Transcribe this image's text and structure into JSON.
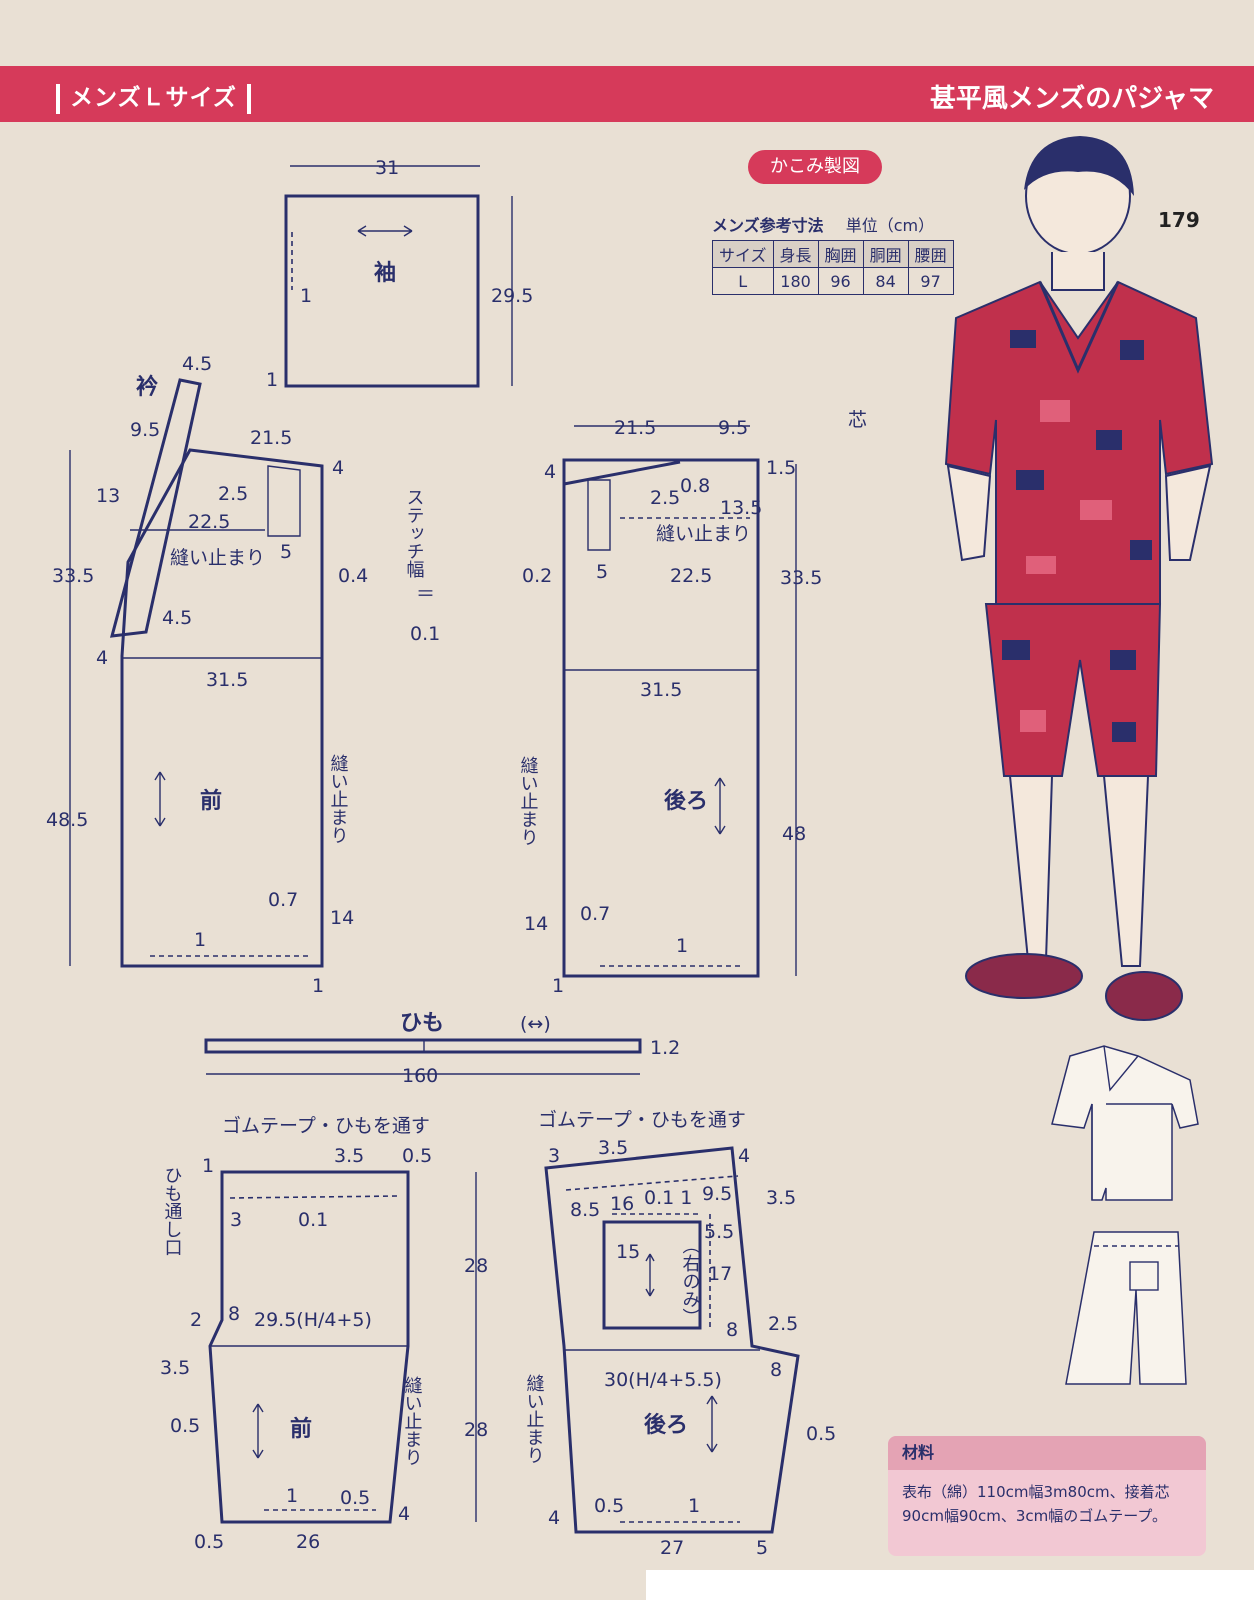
{
  "header": {
    "left": "メンズＬサイズ",
    "right": "甚平風メンズのパジャマ"
  },
  "badge": "かこみ製図",
  "page_number": "179",
  "size_table": {
    "title": "メンズ参考寸法",
    "unit": "単位（cm）",
    "headers": [
      "サイズ",
      "身長",
      "胸囲",
      "胴囲",
      "腰囲"
    ],
    "row": [
      "L",
      "180",
      "96",
      "84",
      "97"
    ]
  },
  "materials": {
    "heading": "材料",
    "body": "表布（綿）110cm幅3m80cm、接着芯90cm幅90cm、3cm幅のゴムテープ。"
  },
  "sleeve": {
    "label": "袖",
    "width": "31",
    "height": "29.5",
    "m1": "1",
    "m2": "1"
  },
  "front_body": {
    "label": "前",
    "collar": "衿",
    "shoulder": "21.5",
    "m4": "4",
    "m45a": "4.5",
    "m95": "9.5",
    "m13": "13",
    "m25": "2.5",
    "m225": "22.5",
    "stop": "縫い止まり",
    "m5": "5",
    "m04": "0.4",
    "m335": "33.5",
    "m45b": "4.5",
    "m4b": "4",
    "chest": "31.5",
    "m485": "48.5",
    "stop2": "縫い止まり",
    "m07": "0.7",
    "m14": "14",
    "m1": "1",
    "m1b": "1"
  },
  "stitch_note": {
    "a": "ステッチ幅",
    "b": "＝",
    "c": "0.1"
  },
  "back_body": {
    "label": "後ろ",
    "m215": "21.5",
    "m95": "9.5",
    "core": "芯",
    "m4": "4",
    "m15": "1.5",
    "m25": "2.5",
    "m08": "0.8",
    "m135": "13.5",
    "stop": "縫い止まり",
    "m02": "0.2",
    "m5": "5",
    "m225": "22.5",
    "m335": "33.5",
    "chest": "31.5",
    "m48": "48",
    "stop2": "縫い止まり",
    "m07": "0.7",
    "m14": "14",
    "m1": "1",
    "m1b": "1"
  },
  "tie": {
    "label": "ひも",
    "width": "1.2",
    "length": "160",
    "arrow": "(↔)"
  },
  "front_pants": {
    "label": "前",
    "waist_note": "ゴムテープ・ひもを通す",
    "opening": "ひも通し口",
    "m1": "1",
    "m35": "3.5",
    "m05a": "0.5",
    "m3": "3",
    "m01": "0.1",
    "m28a": "28",
    "m2": "2",
    "m8": "8",
    "hip": "29.5(H/4+5)",
    "m35b": "3.5",
    "m05b": "0.5",
    "stop": "縫い止まり",
    "m28b": "28",
    "m1b": "1",
    "m05c": "0.5",
    "m4": "4",
    "m05d": "0.5",
    "hem": "26"
  },
  "back_pants": {
    "label": "後ろ",
    "waist_note": "ゴムテープ・ひもを通す",
    "m3": "3",
    "m35": "3.5",
    "m4": "4",
    "m35b": "3.5",
    "m85": "8.5",
    "m16": "16",
    "m011": "0.1 1",
    "m95": "9.5",
    "m55": "5.5",
    "pocket": "（右のみ）",
    "m15": "15",
    "m17": "17",
    "m8": "8",
    "m25": "2.5",
    "m8b": "8",
    "hip": "30(H/4+5.5)",
    "stop": "縫い止まり",
    "m05": "0.5",
    "m4b": "4",
    "m05b": "0.5",
    "m1": "1",
    "hem": "27",
    "m5": "5"
  },
  "colors": {
    "accent": "#d63a5a",
    "ink": "#2a2f6b",
    "paper": "#e9e0d4",
    "pajama": "#c0304c"
  }
}
